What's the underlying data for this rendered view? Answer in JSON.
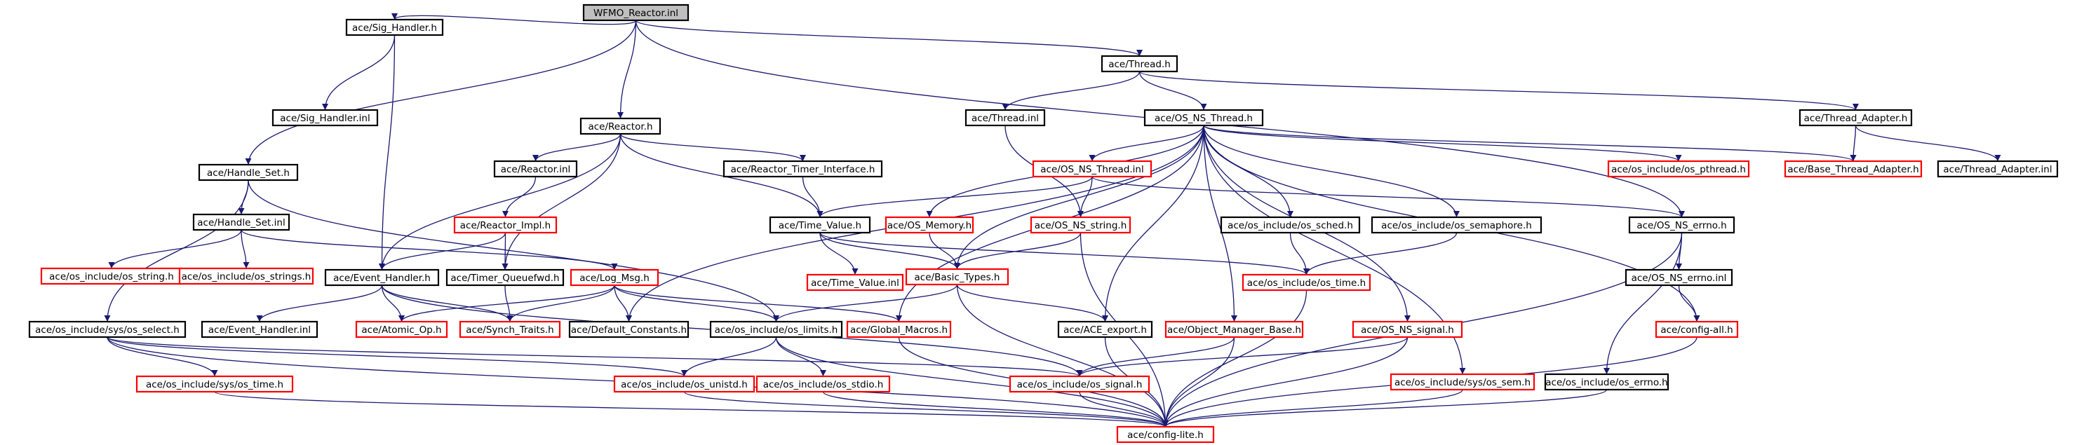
{
  "diagram": {
    "colors": {
      "edge": "#191970",
      "root_fill": "#bfbfbf",
      "node_fill": "#ffffff",
      "node_text": "#000000",
      "border_black": "#000000",
      "border_red": "#ff0000"
    },
    "nodes": [
      {
        "id": "wfmo_reactor_inl",
        "label": "WFMO_Reactor.inl",
        "style": "root"
      },
      {
        "id": "sig_handler_h",
        "label": "ace/Sig_Handler.h",
        "style": "black"
      },
      {
        "id": "thread_h",
        "label": "ace/Thread.h",
        "style": "black"
      },
      {
        "id": "sig_handler_inl",
        "label": "ace/Sig_Handler.inl",
        "style": "black"
      },
      {
        "id": "reactor_h",
        "label": "ace/Reactor.h",
        "style": "black"
      },
      {
        "id": "thread_inl",
        "label": "ace/Thread.inl",
        "style": "black"
      },
      {
        "id": "os_ns_thread_h",
        "label": "ace/OS_NS_Thread.h",
        "style": "black"
      },
      {
        "id": "thread_adapter_h",
        "label": "ace/Thread_Adapter.h",
        "style": "black"
      },
      {
        "id": "handle_set_h",
        "label": "ace/Handle_Set.h",
        "style": "black"
      },
      {
        "id": "reactor_inl",
        "label": "ace/Reactor.inl",
        "style": "black"
      },
      {
        "id": "reactor_timer_interface_h",
        "label": "ace/Reactor_Timer_Interface.h",
        "style": "black"
      },
      {
        "id": "os_ns_thread_inl",
        "label": "ace/OS_NS_Thread.inl",
        "style": "red"
      },
      {
        "id": "os_pthread_h",
        "label": "ace/os_include/os_pthread.h",
        "style": "red"
      },
      {
        "id": "base_thread_adapter_h",
        "label": "ace/Base_Thread_Adapter.h",
        "style": "red"
      },
      {
        "id": "thread_adapter_inl",
        "label": "ace/Thread_Adapter.inl",
        "style": "black"
      },
      {
        "id": "handle_set_inl",
        "label": "ace/Handle_Set.inl",
        "style": "black"
      },
      {
        "id": "reactor_impl_h",
        "label": "ace/Reactor_Impl.h",
        "style": "red"
      },
      {
        "id": "time_value_h",
        "label": "ace/Time_Value.h",
        "style": "black"
      },
      {
        "id": "os_memory_h",
        "label": "ace/OS_Memory.h",
        "style": "red"
      },
      {
        "id": "os_ns_string_h",
        "label": "ace/OS_NS_string.h",
        "style": "red"
      },
      {
        "id": "os_sched_h",
        "label": "ace/os_include/os_sched.h",
        "style": "black"
      },
      {
        "id": "os_semaphore_h",
        "label": "ace/os_include/os_semaphore.h",
        "style": "black"
      },
      {
        "id": "os_ns_errno_h",
        "label": "ace/OS_NS_errno.h",
        "style": "black"
      },
      {
        "id": "os_string_h",
        "label": "ace/os_include/os_string.h",
        "style": "red"
      },
      {
        "id": "os_strings_h",
        "label": "ace/os_include/os_strings.h",
        "style": "red"
      },
      {
        "id": "event_handler_h",
        "label": "ace/Event_Handler.h",
        "style": "black"
      },
      {
        "id": "timer_queuefwd_h",
        "label": "ace/Timer_Queuefwd.h",
        "style": "black"
      },
      {
        "id": "log_msg_h",
        "label": "ace/Log_Msg.h",
        "style": "red"
      },
      {
        "id": "time_value_inl",
        "label": "ace/Time_Value.inl",
        "style": "red"
      },
      {
        "id": "basic_types_h",
        "label": "ace/Basic_Types.h",
        "style": "red"
      },
      {
        "id": "os_time_h",
        "label": "ace/os_include/os_time.h",
        "style": "red"
      },
      {
        "id": "os_ns_errno_inl",
        "label": "ace/OS_NS_errno.inl",
        "style": "black"
      },
      {
        "id": "sys_os_select_h",
        "label": "ace/os_include/sys/os_select.h",
        "style": "black"
      },
      {
        "id": "event_handler_inl",
        "label": "ace/Event_Handler.inl",
        "style": "black"
      },
      {
        "id": "atomic_op_h",
        "label": "ace/Atomic_Op.h",
        "style": "red"
      },
      {
        "id": "synch_traits_h",
        "label": "ace/Synch_Traits.h",
        "style": "red"
      },
      {
        "id": "default_constants_h",
        "label": "ace/Default_Constants.h",
        "style": "black"
      },
      {
        "id": "os_limits_h",
        "label": "ace/os_include/os_limits.h",
        "style": "black"
      },
      {
        "id": "global_macros_h",
        "label": "ace/Global_Macros.h",
        "style": "red"
      },
      {
        "id": "ace_export_h",
        "label": "ace/ACE_export.h",
        "style": "black"
      },
      {
        "id": "object_manager_base_h",
        "label": "ace/Object_Manager_Base.h",
        "style": "red"
      },
      {
        "id": "os_ns_signal_h",
        "label": "ace/OS_NS_signal.h",
        "style": "red"
      },
      {
        "id": "config_all_h",
        "label": "ace/config-all.h",
        "style": "red"
      },
      {
        "id": "sys_os_time_h",
        "label": "ace/os_include/sys/os_time.h",
        "style": "red"
      },
      {
        "id": "os_unistd_h",
        "label": "ace/os_include/os_unistd.h",
        "style": "red"
      },
      {
        "id": "os_stdio_h",
        "label": "ace/os_include/os_stdio.h",
        "style": "red"
      },
      {
        "id": "os_signal_h",
        "label": "ace/os_include/os_signal.h",
        "style": "red"
      },
      {
        "id": "sys_os_sem_h",
        "label": "ace/os_include/sys/os_sem.h",
        "style": "red"
      },
      {
        "id": "os_errno_h",
        "label": "ace/os_include/os_errno.h",
        "style": "black"
      },
      {
        "id": "config_lite_h",
        "label": "ace/config-lite.h",
        "style": "red"
      }
    ],
    "edges": [
      [
        "wfmo_reactor_inl",
        "sig_handler_h"
      ],
      [
        "wfmo_reactor_inl",
        "thread_h"
      ],
      [
        "wfmo_reactor_inl",
        "reactor_h"
      ],
      [
        "wfmo_reactor_inl",
        "handle_set_h"
      ],
      [
        "wfmo_reactor_inl",
        "os_ns_errno_h"
      ],
      [
        "sig_handler_h",
        "sig_handler_inl"
      ],
      [
        "sig_handler_h",
        "event_handler_h"
      ],
      [
        "thread_h",
        "thread_inl"
      ],
      [
        "thread_h",
        "os_ns_thread_h"
      ],
      [
        "thread_h",
        "thread_adapter_h"
      ],
      [
        "thread_inl",
        "os_ns_string_h"
      ],
      [
        "reactor_h",
        "reactor_inl"
      ],
      [
        "reactor_h",
        "reactor_timer_interface_h"
      ],
      [
        "reactor_h",
        "time_value_h"
      ],
      [
        "reactor_h",
        "event_handler_h"
      ],
      [
        "reactor_h",
        "timer_queuefwd_h"
      ],
      [
        "reactor_inl",
        "reactor_impl_h"
      ],
      [
        "reactor_impl_h",
        "event_handler_h"
      ],
      [
        "reactor_impl_h",
        "timer_queuefwd_h"
      ],
      [
        "reactor_timer_interface_h",
        "time_value_h"
      ],
      [
        "os_ns_thread_h",
        "os_ns_thread_inl"
      ],
      [
        "os_ns_thread_h",
        "os_pthread_h"
      ],
      [
        "os_ns_thread_h",
        "base_thread_adapter_h"
      ],
      [
        "os_ns_thread_h",
        "os_memory_h"
      ],
      [
        "os_ns_thread_h",
        "os_sched_h"
      ],
      [
        "os_ns_thread_h",
        "os_semaphore_h"
      ],
      [
        "os_ns_thread_h",
        "basic_types_h"
      ],
      [
        "os_ns_thread_h",
        "ace_export_h"
      ],
      [
        "os_ns_thread_h",
        "object_manager_base_h"
      ],
      [
        "os_ns_thread_h",
        "os_ns_signal_h"
      ],
      [
        "os_ns_thread_h",
        "sys_os_sem_h"
      ],
      [
        "os_ns_thread_h",
        "default_constants_h"
      ],
      [
        "os_ns_thread_h",
        "global_macros_h"
      ],
      [
        "os_ns_thread_h",
        "config_all_h"
      ],
      [
        "os_ns_thread_inl",
        "time_value_h"
      ],
      [
        "os_ns_thread_inl",
        "os_ns_string_h"
      ],
      [
        "os_ns_thread_inl",
        "os_ns_errno_h"
      ],
      [
        "thread_adapter_h",
        "base_thread_adapter_h"
      ],
      [
        "thread_adapter_h",
        "thread_adapter_inl"
      ],
      [
        "handle_set_h",
        "handle_set_inl"
      ],
      [
        "handle_set_h",
        "sys_os_select_h"
      ],
      [
        "handle_set_h",
        "os_limits_h"
      ],
      [
        "handle_set_inl",
        "os_string_h"
      ],
      [
        "handle_set_inl",
        "os_strings_h"
      ],
      [
        "handle_set_inl",
        "log_msg_h"
      ],
      [
        "time_value_h",
        "time_value_inl"
      ],
      [
        "time_value_h",
        "basic_types_h"
      ],
      [
        "time_value_h",
        "os_time_h"
      ],
      [
        "os_memory_h",
        "basic_types_h"
      ],
      [
        "os_ns_string_h",
        "basic_types_h"
      ],
      [
        "os_ns_string_h",
        "config_lite_h"
      ],
      [
        "os_sched_h",
        "os_time_h"
      ],
      [
        "os_semaphore_h",
        "os_time_h"
      ],
      [
        "os_ns_errno_h",
        "os_ns_errno_inl"
      ],
      [
        "os_ns_errno_h",
        "os_errno_h"
      ],
      [
        "os_ns_errno_h",
        "config_lite_h"
      ],
      [
        "os_ns_errno_inl",
        "config_all_h"
      ],
      [
        "event_handler_h",
        "event_handler_inl"
      ],
      [
        "event_handler_h",
        "atomic_op_h"
      ],
      [
        "event_handler_h",
        "synch_traits_h"
      ],
      [
        "event_handler_h",
        "os_signal_h"
      ],
      [
        "timer_queuefwd_h",
        "synch_traits_h"
      ],
      [
        "log_msg_h",
        "atomic_op_h"
      ],
      [
        "log_msg_h",
        "synch_traits_h"
      ],
      [
        "log_msg_h",
        "default_constants_h"
      ],
      [
        "log_msg_h",
        "global_macros_h"
      ],
      [
        "log_msg_h",
        "os_limits_h"
      ],
      [
        "basic_types_h",
        "os_limits_h"
      ],
      [
        "basic_types_h",
        "ace_export_h"
      ],
      [
        "basic_types_h",
        "config_lite_h"
      ],
      [
        "os_time_h",
        "config_lite_h"
      ],
      [
        "sys_os_select_h",
        "sys_os_time_h"
      ],
      [
        "sys_os_select_h",
        "os_unistd_h"
      ],
      [
        "sys_os_select_h",
        "os_signal_h"
      ],
      [
        "sys_os_select_h",
        "config_lite_h"
      ],
      [
        "os_limits_h",
        "os_unistd_h"
      ],
      [
        "os_limits_h",
        "os_stdio_h"
      ],
      [
        "os_limits_h",
        "config_lite_h"
      ],
      [
        "global_macros_h",
        "config_lite_h"
      ],
      [
        "ace_export_h",
        "config_lite_h"
      ],
      [
        "object_manager_base_h",
        "os_signal_h"
      ],
      [
        "object_manager_base_h",
        "config_lite_h"
      ],
      [
        "os_ns_signal_h",
        "os_signal_h"
      ],
      [
        "os_ns_signal_h",
        "config_lite_h"
      ],
      [
        "config_all_h",
        "config_lite_h"
      ],
      [
        "sys_os_time_h",
        "config_lite_h"
      ],
      [
        "os_unistd_h",
        "config_lite_h"
      ],
      [
        "os_stdio_h",
        "config_lite_h"
      ],
      [
        "os_signal_h",
        "config_lite_h"
      ],
      [
        "sys_os_sem_h",
        "config_lite_h"
      ],
      [
        "os_errno_h",
        "config_lite_h"
      ]
    ]
  }
}
